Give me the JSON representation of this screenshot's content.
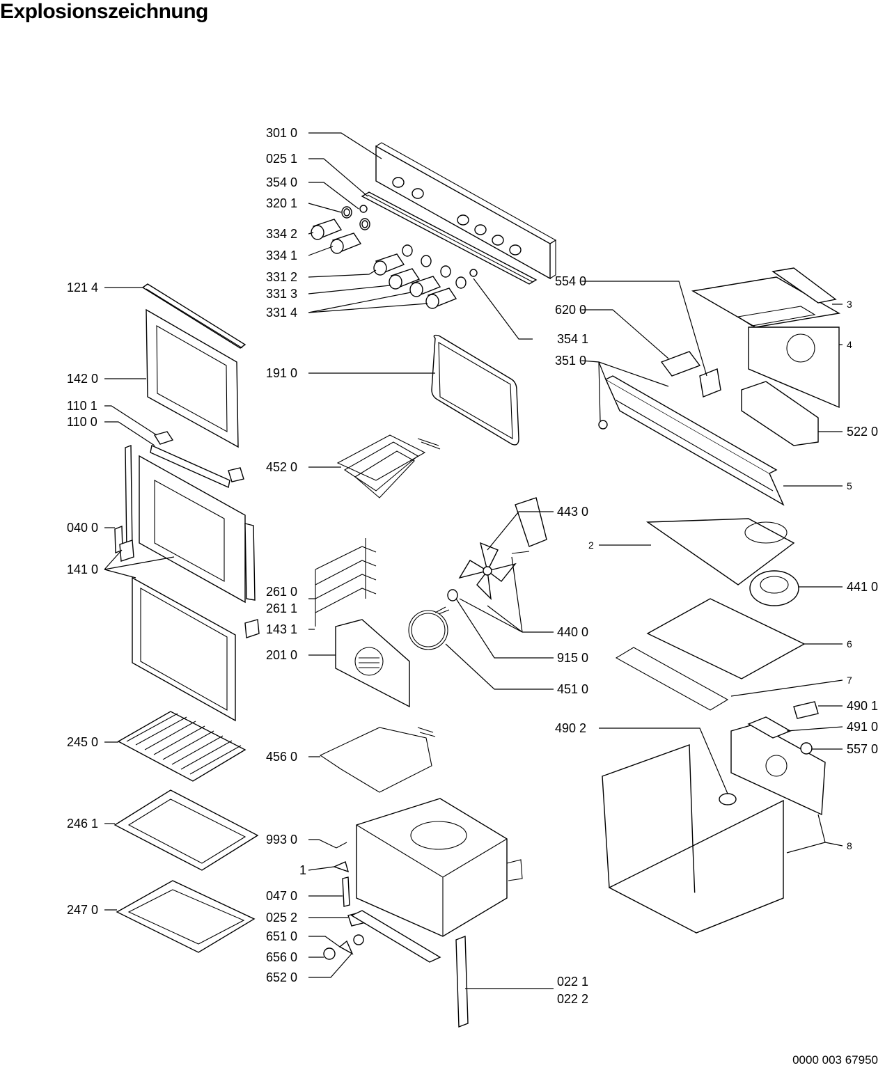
{
  "title": "Explosionszeichnung",
  "document_number": "0000 003 67950",
  "labels": {
    "l3010": "301 0",
    "l0251": "025 1",
    "l3540": "354 0",
    "l3201": "320 1",
    "l3342": "334 2",
    "l3341": "334 1",
    "l3312": "331 2",
    "l3313": "331 3",
    "l3314": "331 4",
    "l3541": "354 1",
    "l1214": "121 4",
    "l1420": "142 0",
    "l1101": "110 1",
    "l1100": "110 0",
    "l0400": "040 0",
    "l1410": "141 0",
    "l2450": "245 0",
    "l2461": "246 1",
    "l2470": "247 0",
    "l1910": "191 0",
    "l4520": "452 0",
    "l2610": "261 0",
    "l2611": "261 1",
    "l1431": "143 1",
    "l2010": "201 0",
    "l4560": "456 0",
    "l9930": "993 0",
    "l1": "1",
    "l0470": "047 0",
    "l0252": "025 2",
    "l6510": "651 0",
    "l6560": "656 0",
    "l6520": "652 0",
    "l0221": "022 1",
    "l0222": "022 2",
    "l5540": "554 0",
    "l6200": "620 0",
    "l3510": "351 0",
    "l4430": "443 0",
    "l4400": "440 0",
    "l9150": "915 0",
    "l4510": "451 0",
    "l4902": "490 2",
    "l3": "3",
    "l4": "4",
    "l5220": "522 0",
    "l5": "5",
    "l2": "2",
    "l4410": "441 0",
    "l6": "6",
    "l7": "7",
    "l4901": "490 1",
    "l4910": "491 0",
    "l5570": "557 0",
    "l8": "8"
  }
}
